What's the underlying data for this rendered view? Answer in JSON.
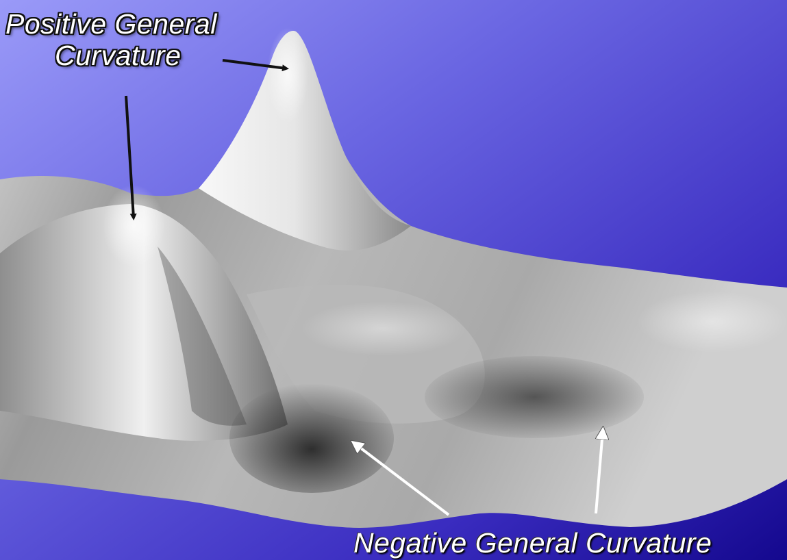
{
  "labels": {
    "positive_line1": "Positive General",
    "positive_line2": "Curvature",
    "negative": "Negative General Curvature"
  },
  "colors": {
    "background_light": "#8080f0",
    "background_dark": "#1a0c9a",
    "surface_light": "#f2f2f2",
    "surface_mid": "#a8a8a8",
    "surface_dark": "#4a4a4a",
    "positive_arrow": "#111111",
    "negative_arrow": "#ffffff"
  },
  "icons": {
    "positive_arrows": "black-arrow-icon",
    "negative_arrows": "white-arrow-icon"
  }
}
